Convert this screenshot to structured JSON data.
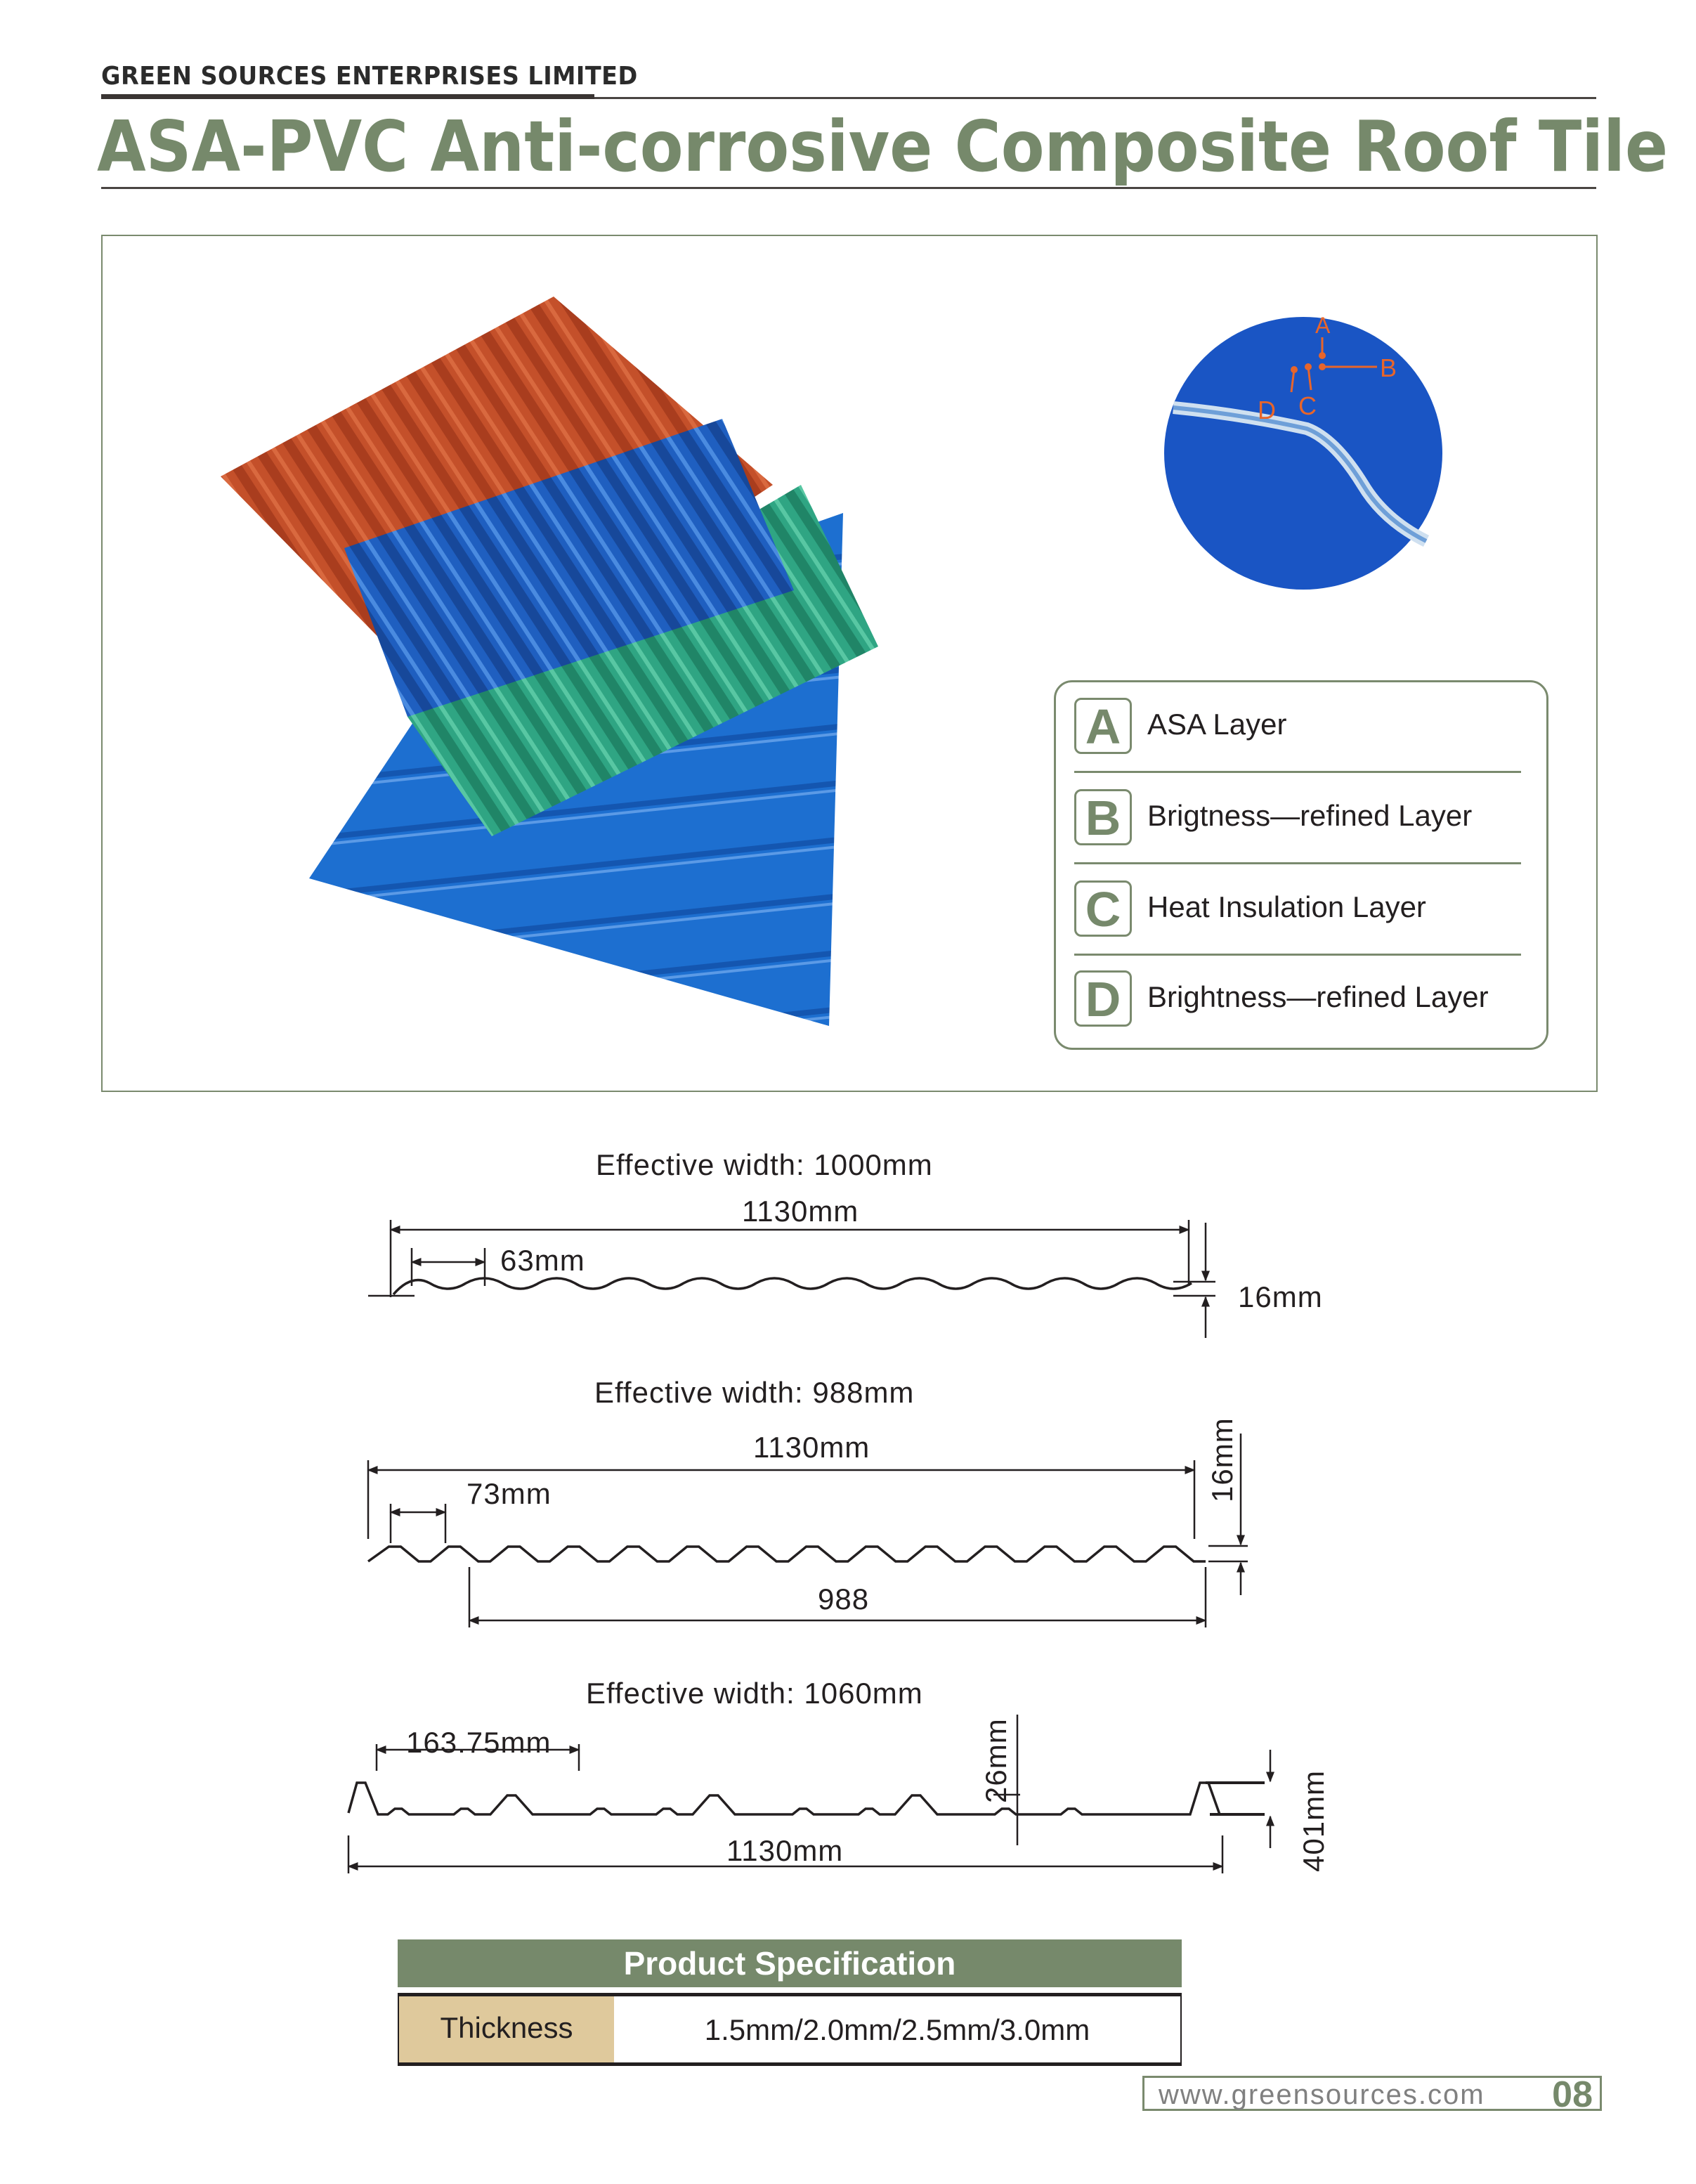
{
  "header": {
    "company": "GREEN SOURCES ENTERPRISES LIMITED",
    "title": "ASA-PVC Anti-corrosive Composite Roof Tile"
  },
  "cross_section": {
    "labels": [
      "A",
      "B",
      "C",
      "D"
    ]
  },
  "legend": [
    {
      "letter": "A",
      "label": "ASA Layer"
    },
    {
      "letter": "B",
      "label": "Brigtness—refined Layer"
    },
    {
      "letter": "C",
      "label": "Heat Insulation Layer"
    },
    {
      "letter": "D",
      "label": "Brightness—refined Layer"
    }
  ],
  "profiles": [
    {
      "title": "Effective width: 1000mm",
      "total": "1130mm",
      "pitch": "63mm",
      "height": "16mm"
    },
    {
      "title": "Effective width: 988mm",
      "total": "1130mm",
      "pitch": "73mm",
      "height": "16mm",
      "effective": "988"
    },
    {
      "title": "Effective width: 1060mm",
      "total": "1130mm",
      "pitch": "163.75mm",
      "height": "26mm",
      "height2": "401mm"
    }
  ],
  "spec": {
    "heading": "Product Specification",
    "rows": [
      {
        "key": "Thickness",
        "value": "1.5mm/2.0mm/2.5mm/3.0mm"
      }
    ]
  },
  "footer": {
    "url": "www.greensources.com",
    "page": "08"
  },
  "colors": {
    "accent": "#76896b",
    "tan": "#dfc99c",
    "orange": "#c4502a",
    "blue": "#1f5fc0",
    "teal": "#2fa583"
  }
}
